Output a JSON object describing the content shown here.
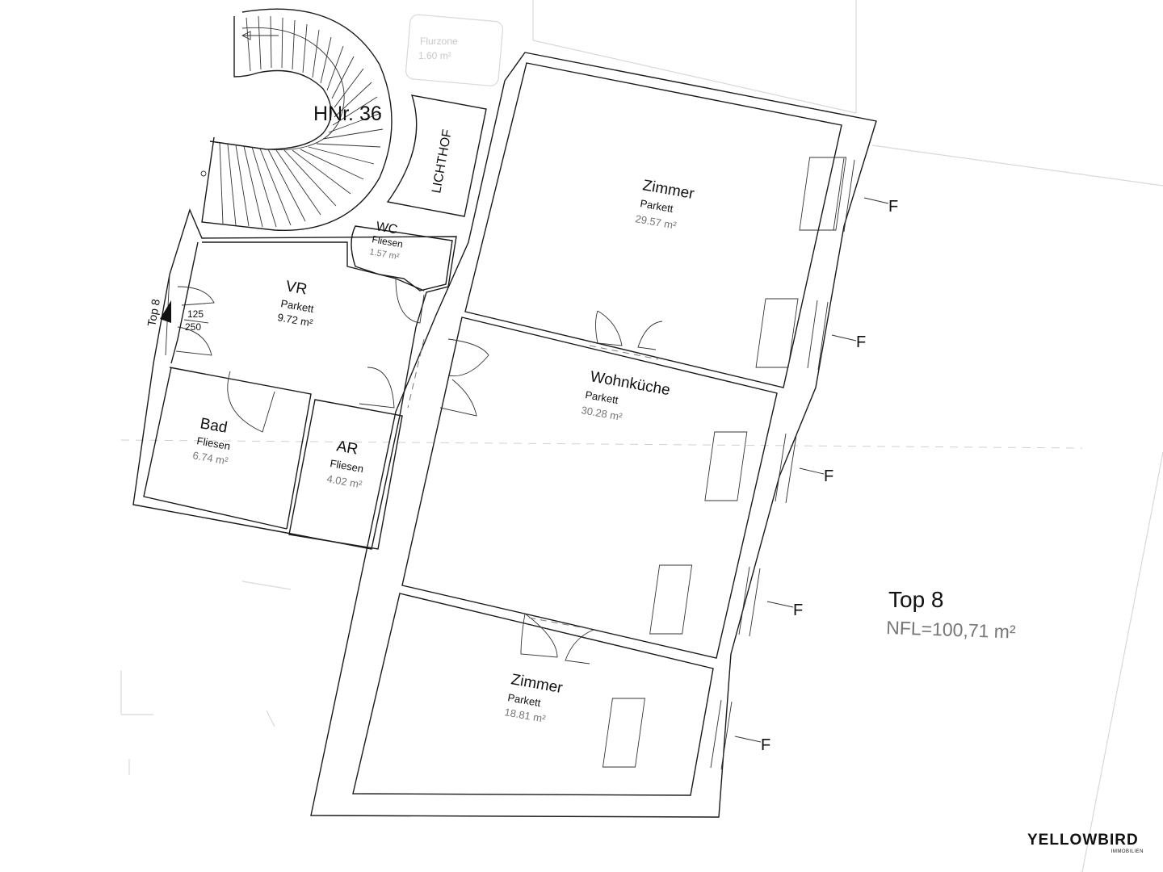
{
  "plan": {
    "staircase_label": "HNr. 36",
    "lichthof_label": "LICHTHOF",
    "faint_room": {
      "name": "Flurzone",
      "area": "1.60 m²"
    },
    "entrance": {
      "unit_label": "Top 8",
      "dim_width": "125",
      "dim_height": "250"
    },
    "rooms": [
      {
        "name": "Zimmer",
        "floor": "Parkett",
        "area": "29.57 m²"
      },
      {
        "name": "WC",
        "floor": "Fliesen",
        "area": "1.57 m²"
      },
      {
        "name": "VR",
        "floor": "Parkett",
        "area": "9.72 m²"
      },
      {
        "name": "Wohnküche",
        "floor": "Parkett",
        "area": "30.28 m²"
      },
      {
        "name": "Bad",
        "floor": "Fliesen",
        "area": "6.74 m²"
      },
      {
        "name": "AR",
        "floor": "Fliesen",
        "area": "4.02 m²"
      },
      {
        "name": "Zimmer",
        "floor": "Parkett",
        "area": "18.81 m²"
      }
    ],
    "window_marker": "F",
    "summary": {
      "title": "Top 8",
      "nfl": "NFL=100,71 m²"
    }
  },
  "logo": {
    "main": "YELLOWBIRD",
    "sub": "IMMOBILIEN"
  }
}
